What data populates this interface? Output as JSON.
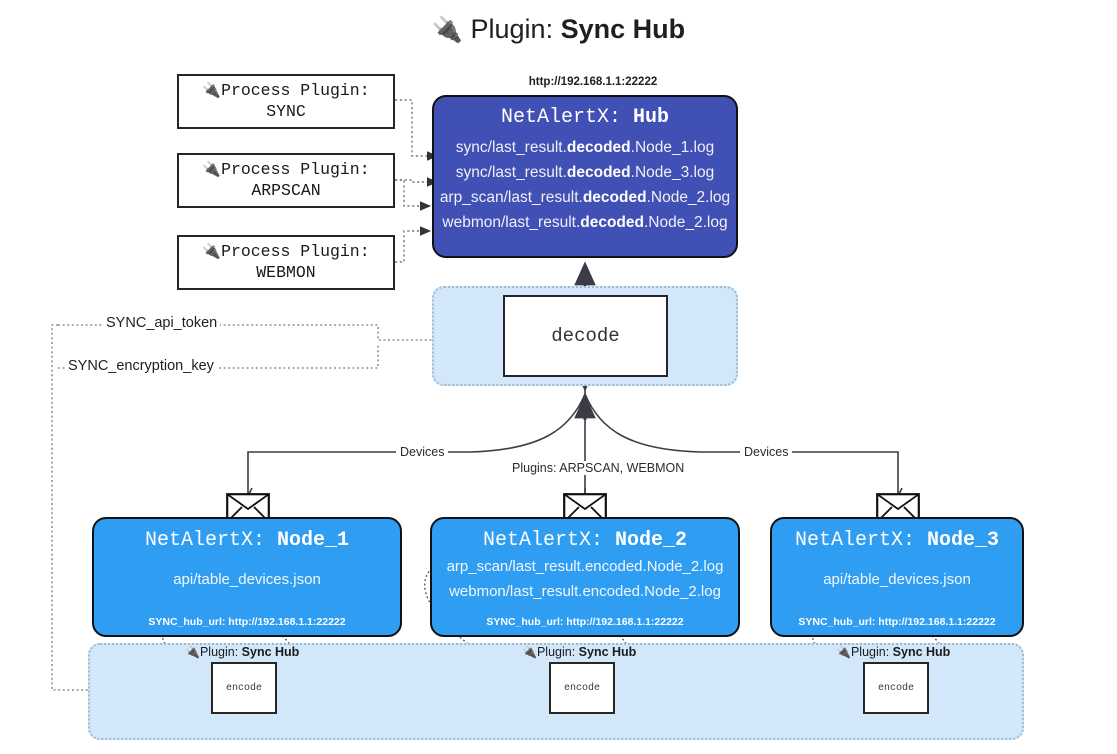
{
  "title": {
    "icon": "plug-icon",
    "glyph": "🔌",
    "label": "Plugin:",
    "value": "Sync Hub"
  },
  "process_plugins": [
    {
      "icon": "plug-icon",
      "glyph": "🔌",
      "line1": "Process Plugin:",
      "line2": "SYNC"
    },
    {
      "icon": "plug-icon",
      "glyph": "🔌",
      "line1": "Process Plugin:",
      "line2": "ARPSCAN"
    },
    {
      "icon": "plug-icon",
      "glyph": "🔌",
      "line1": "Process Plugin:",
      "line2": "WEBMON"
    }
  ],
  "hub": {
    "url": "http://192.168.1.1:22222",
    "title_prefix": "NetAlertX:",
    "title_name": "Hub",
    "lines": [
      {
        "pre": "sync/last_result.",
        "em": "decoded",
        "post": ".Node_1.log"
      },
      {
        "pre": "sync/last_result.",
        "em": "decoded",
        "post": ".Node_3.log"
      },
      {
        "pre": "arp_scan/last_result.",
        "em": "decoded",
        "post": ".Node_2.log"
      },
      {
        "pre": "webmon/last_result.",
        "em": "decoded",
        "post": ".Node_2.log"
      }
    ]
  },
  "decode": {
    "label": "decode"
  },
  "env": {
    "api_token": "SYNC_api_token",
    "encryption_key": "SYNC_encryption_key"
  },
  "edges": {
    "devices_left": "Devices",
    "devices_right": "Devices",
    "plugins_center": "Plugins: ARPSCAN, WEBMON"
  },
  "nodes": [
    {
      "title_prefix": "NetAlertX:",
      "title_name": "Node_1",
      "lines": [
        "api/table_devices.json"
      ],
      "footer": "SYNC_hub_url: http://192.168.1.1:22222",
      "mail_icon": "envelope-icon"
    },
    {
      "title_prefix": "NetAlertX:",
      "title_name": "Node_2",
      "lines": [
        "arp_scan/last_result.encoded.Node_2.log",
        "webmon/last_result.encoded.Node_2.log"
      ],
      "footer": "SYNC_hub_url: http://192.168.1.1:22222",
      "mail_icon": "envelope-icon"
    },
    {
      "title_prefix": "NetAlertX:",
      "title_name": "Node_3",
      "lines": [
        "api/table_devices.json"
      ],
      "footer": "SYNC_hub_url: http://192.168.1.1:22222",
      "mail_icon": "envelope-icon"
    }
  ],
  "encoders": [
    {
      "caption_glyph": "🔌",
      "caption_label": "Plugin:",
      "caption_value": "Sync Hub",
      "label": "encode"
    },
    {
      "caption_glyph": "🔌",
      "caption_label": "Plugin:",
      "caption_value": "Sync Hub",
      "label": "encode"
    },
    {
      "caption_glyph": "🔌",
      "caption_label": "Plugin:",
      "caption_value": "Sync Hub",
      "label": "encode"
    }
  ],
  "colors": {
    "hub": "#4050b5",
    "node": "#2e9df2",
    "container": "#d2e7fa",
    "stroke": "#333333",
    "page_bg": "#ffffff"
  }
}
